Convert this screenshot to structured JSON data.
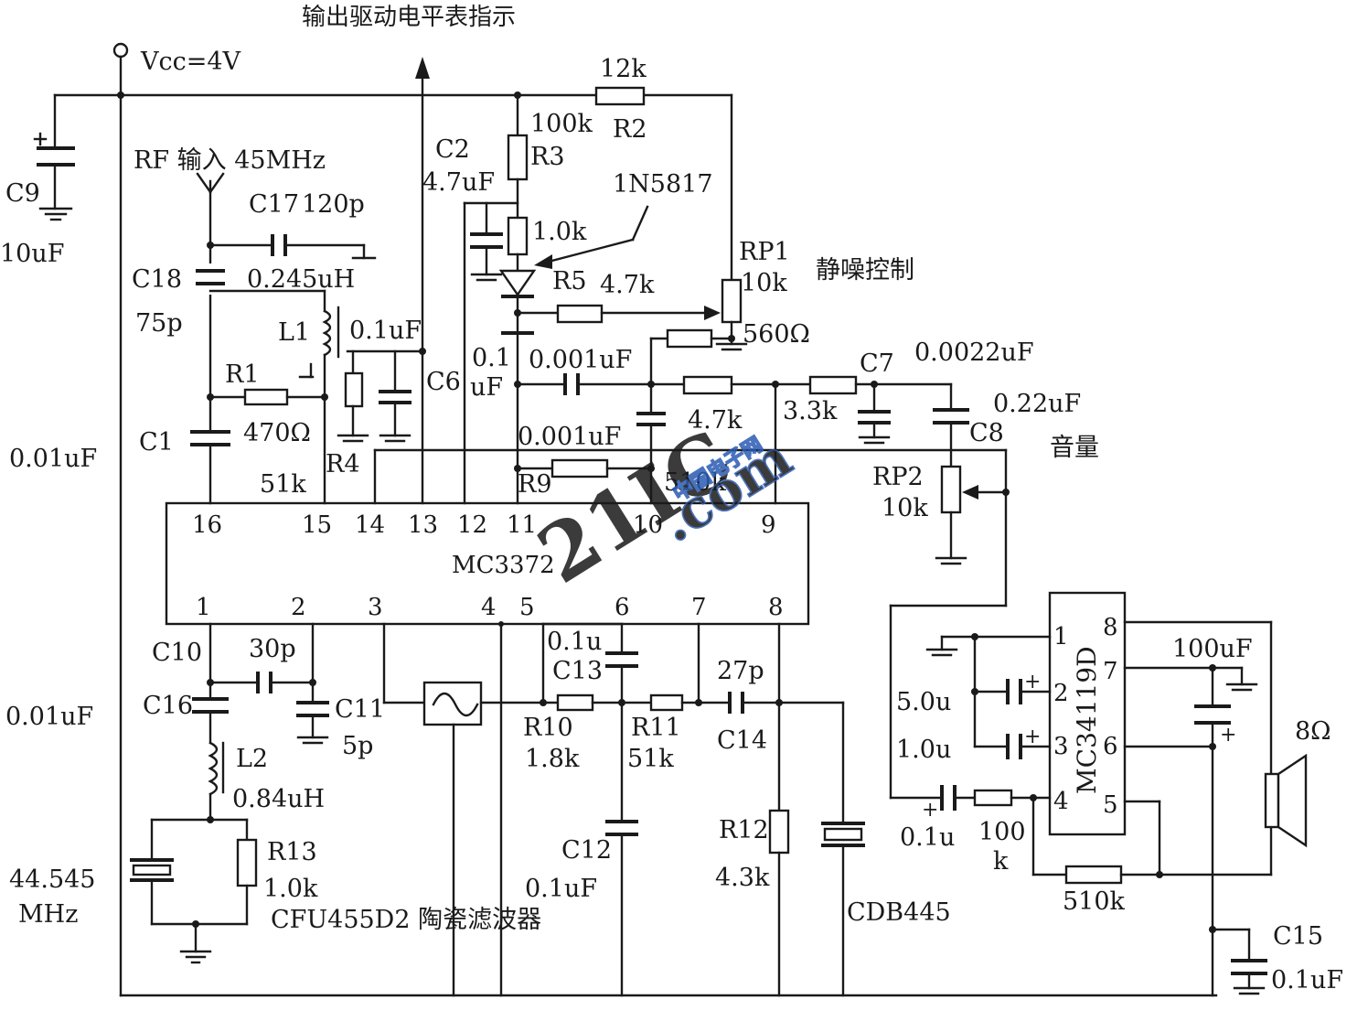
{
  "title": "输出驱动电平表指示",
  "supply": "Vcc=4V",
  "rf_input": "RF 输入 45MHz",
  "ic1": {
    "name": "MC3372",
    "top_pins": [
      "16",
      "15",
      "14",
      "13",
      "12",
      "11",
      "10",
      "9"
    ],
    "bottom_pins": [
      "1",
      "2",
      "3",
      "4",
      "5",
      "6",
      "7",
      "8"
    ]
  },
  "ic2": {
    "name": "MC34119D",
    "left_pins": [
      "1",
      "2",
      "3",
      "4"
    ],
    "right_pins": [
      "8",
      "7",
      "6",
      "5"
    ]
  },
  "labels": {
    "c9": "C9",
    "c9_val": "10uF",
    "c17": "C17",
    "c17_val": "120p",
    "c18": "C18",
    "c18_val": "75p",
    "c18_note": "0.245uH",
    "l1": "L1",
    "l1_cap": "0.1uF",
    "r1": "R1",
    "r1_val": "470Ω",
    "c1": "C1",
    "c1_val": "0.01uF",
    "r4": "R4",
    "r4_val": "51k",
    "c6": "C6",
    "c2": "C2",
    "c2_val": "4.7uF",
    "r2_val": "12k",
    "r2": "R2",
    "r3": "R3",
    "r3_val": "100k",
    "r_1k": "1.0k",
    "d1": "1N5817",
    "r5": "R5",
    "r5_val": "4.7k",
    "rp1": "RP1",
    "rp1_val": "10k",
    "rp1_desc": "静噪控制",
    "r_560": "560Ω",
    "c_01a": "0.1",
    "c_01b": "uF",
    "c_001a": "0.001uF",
    "c7": "C7",
    "c7_val": "0.0022uF",
    "r_47k": "4.7k",
    "r_33k": "3.3k",
    "c8": "C8",
    "c8_val": "0.22uF",
    "vol": "音量",
    "rp2": "RP2",
    "rp2_val": "10k",
    "c_001b": "0.001uF",
    "r9": "R9",
    "r9_val": "510k",
    "c10": "C10",
    "c10_val": "0.01uF",
    "c_30p": "30p",
    "c16": "C16",
    "c11": "C11",
    "c11_val": "5p",
    "l2": "L2",
    "l2_val": "0.84uH",
    "xtal_a": "44.545",
    "xtal_b": "MHz",
    "r13": "R13",
    "r13_val": "1.0k",
    "filter": "CFU455D2 陶瓷滤波器",
    "c13_val": "0.1u",
    "c13": "C13",
    "r10": "R10",
    "r10_val": "1.8k",
    "r11": "R11",
    "r11_val": "51k",
    "c_27p": "27p",
    "c14": "C14",
    "c12": "C12",
    "c12_val": "0.1uF",
    "r12": "R12",
    "r12_val": "4.3k",
    "cdb": "CDB445",
    "c_5u": "5.0u",
    "c_1u": "1.0u",
    "c_01u": "0.1u",
    "r_100a": "100",
    "r_100b": "k",
    "c_100u": "100uF",
    "spk": "8Ω",
    "r_510k": "510k",
    "c15": "C15",
    "c15_val": "0.1uF"
  },
  "watermark": {
    "text": "21IC",
    "sub": ".com",
    "cn": "中国电子网"
  }
}
